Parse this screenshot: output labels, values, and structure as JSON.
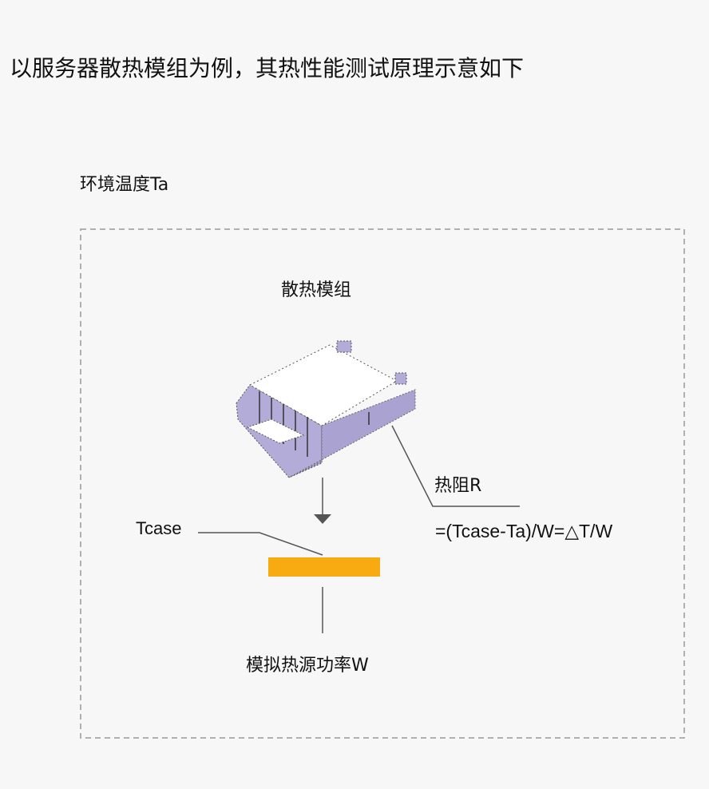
{
  "title": "以服务器散热模组为例，其热性能测试原理示意如下",
  "ambient_label": "环境温度Ta",
  "module_label": "散热模组",
  "resistance_label": "热阻R",
  "formula": "=(Tcase-Ta)/W=△T/W",
  "tcase_label": "Tcase",
  "heat_source_label": "模拟热源功率W",
  "colors": {
    "background": "#f7f7f7",
    "heat_source": "#f8ab10",
    "module_side": "#a9a2d0",
    "line": "#555555"
  }
}
